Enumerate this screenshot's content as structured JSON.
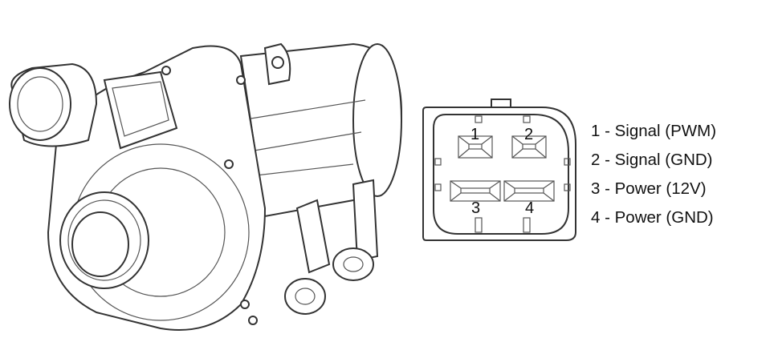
{
  "connector": {
    "pins": [
      {
        "number": "1",
        "function": "Signal (PWM)",
        "legend": "1 - Signal (PWM)"
      },
      {
        "number": "2",
        "function": "Signal (GND)",
        "legend": "2 - Signal (GND)"
      },
      {
        "number": "3",
        "function": "Power (12V)",
        "legend": "3 - Power (12V)"
      },
      {
        "number": "4",
        "function": "Power (GND)",
        "legend": "4 - Power (GND)"
      }
    ]
  }
}
